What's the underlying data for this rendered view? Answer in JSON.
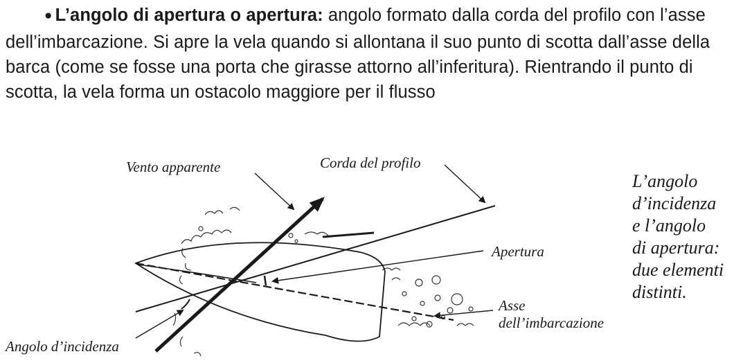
{
  "paragraph": {
    "term": "L’angolo di apertura o apertura:",
    "body": " angolo formato dalla corda del profilo con l’asse dell’imbarcazione. Si apre la vela quando si allontana il suo punto di scotta dall’asse della barca (come se fosse una porta che girasse attorno all’inferitura). Rientrando il punto di scotta, la vela forma un ostacolo maggiore per il flusso"
  },
  "diagram": {
    "labels": {
      "vento_apparente": "Vento apparente",
      "corda_del_profilo": "Corda del profilo",
      "apertura": "Apertura",
      "asse_line1": "Asse",
      "asse_line2": "dell’imbarcazione",
      "angolo_incidenza": "Angolo d’incidenza"
    }
  },
  "caption": {
    "lines": [
      "L’angolo",
      "d’incidenza",
      "e l’angolo",
      "di apertura:",
      "due elementi",
      "distinti."
    ]
  }
}
